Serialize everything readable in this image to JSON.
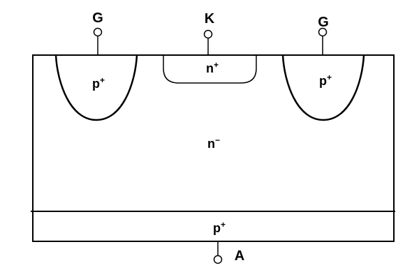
{
  "terminals": {
    "gate_left": "G",
    "cathode": "K",
    "gate_right": "G",
    "anode": "A"
  },
  "regions": {
    "gate_left_well": {
      "base": "p",
      "sup": "+"
    },
    "cathode_well": {
      "base": "n",
      "sup": "+"
    },
    "gate_right_well": {
      "base": "p",
      "sup": "+"
    },
    "drift": {
      "base": "n",
      "sup": "−"
    },
    "anode_layer": {
      "base": "p",
      "sup": "+"
    }
  }
}
